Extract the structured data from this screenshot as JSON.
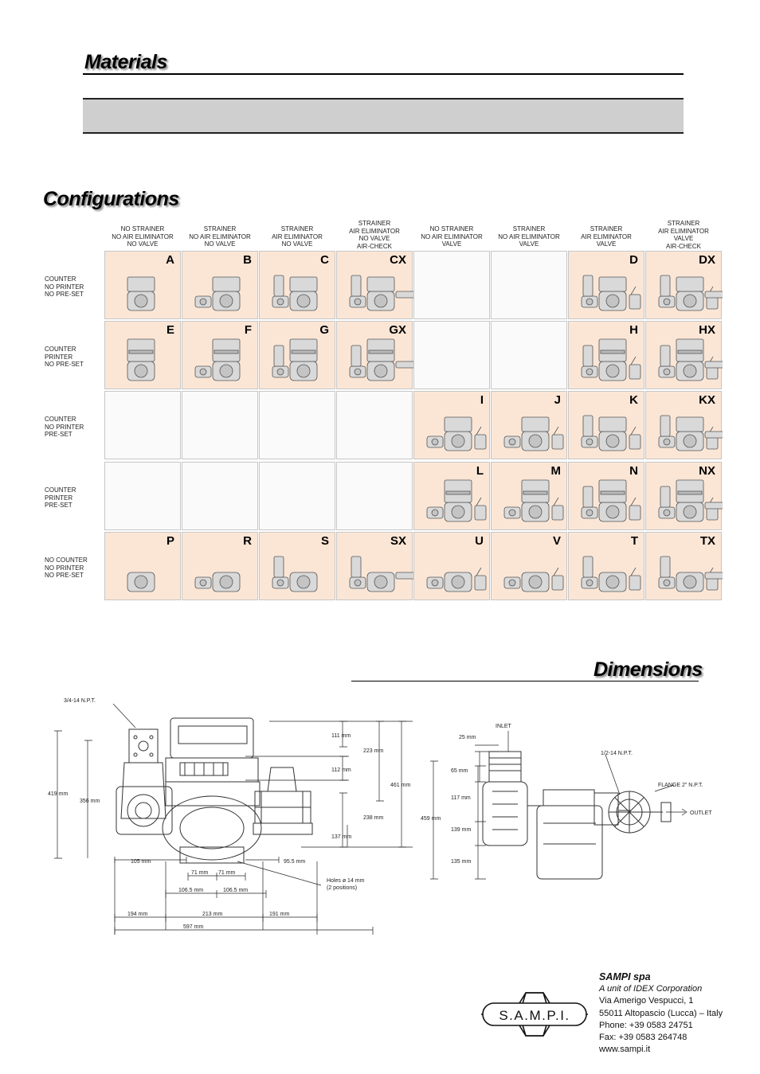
{
  "sections": {
    "materials": "Materials",
    "configurations": "Configurations",
    "dimensions": "Dimensions"
  },
  "columns": [
    [
      "NO STRAINER",
      "NO AIR ELIMINATOR",
      "NO VALVE"
    ],
    [
      "STRAINER",
      "NO AIR ELIMINATOR",
      "NO VALVE"
    ],
    [
      "STRAINER",
      "AIR ELIMINATOR",
      "NO VALVE"
    ],
    [
      "STRAINER",
      "AIR ELIMINATOR",
      "NO VALVE",
      "AIR-CHECK"
    ],
    [
      "NO STRAINER",
      "NO AIR ELIMINATOR",
      "VALVE"
    ],
    [
      "STRAINER",
      "NO AIR ELIMINATOR",
      "VALVE"
    ],
    [
      "STRAINER",
      "AIR ELIMINATOR",
      "VALVE"
    ],
    [
      "STRAINER",
      "AIR ELIMINATOR",
      "VALVE",
      "AIR-CHECK"
    ]
  ],
  "rows": [
    {
      "label": [
        "COUNTER",
        "NO PRINTER",
        "NO PRE-SET"
      ],
      "cells": [
        "A",
        "B",
        "C",
        "CX",
        "",
        "",
        "D",
        "DX"
      ]
    },
    {
      "label": [
        "COUNTER",
        "PRINTER",
        "NO PRE-SET"
      ],
      "cells": [
        "E",
        "F",
        "G",
        "GX",
        "",
        "",
        "H",
        "HX"
      ]
    },
    {
      "label": [
        "COUNTER",
        "NO PRINTER",
        "PRE-SET"
      ],
      "cells": [
        "",
        "",
        "",
        "",
        "I",
        "J",
        "K",
        "KX"
      ]
    },
    {
      "label": [
        "COUNTER",
        "PRINTER",
        "PRE-SET"
      ],
      "cells": [
        "",
        "",
        "",
        "",
        "L",
        "M",
        "N",
        "NX"
      ]
    },
    {
      "label": [
        "NO COUNTER",
        "NO PRINTER",
        "NO PRE-SET"
      ],
      "cells": [
        "P",
        "R",
        "S",
        "SX",
        "U",
        "V",
        "T",
        "TX"
      ]
    }
  ],
  "dimensions": {
    "front": {
      "npt_top": "3/4-14 N.P.T.",
      "h419": "419 mm",
      "h356": "356 mm",
      "h111": "111 mm",
      "h223": "223 mm",
      "h112": "112 mm",
      "h461": "461 mm",
      "h238": "238 mm",
      "h137": "137 mm",
      "w105": "105 mm",
      "w955": "95.5 mm",
      "w71a": "71 mm",
      "w71b": "71 mm",
      "w1065a": "106.5 mm",
      "w1065b": "106.5 mm",
      "holes1": "Holes ø 14 mm",
      "holes2": "(2 positions)",
      "w194": "194 mm",
      "w213": "213 mm",
      "w191": "191 mm",
      "w597": "597 mm"
    },
    "side": {
      "inlet": "INLET",
      "outlet": "OUTLET",
      "npt": "1/2-14 N.P.T.",
      "flange": "FLANGE 2\" N.P.T.",
      "h25": "25 mm",
      "h65": "65 mm",
      "h117": "117 mm",
      "h139": "139 mm",
      "h135": "135 mm",
      "h459": "459 mm"
    }
  },
  "logo": "S.A.M.P.I.",
  "address": {
    "company": "SAMPI spa",
    "unit": "A unit of IDEX Corporation",
    "street": "Via Amerigo Vespucci, 1",
    "city": "55011 Altopascio (Lucca) – Italy",
    "phone": "Phone: +39 0583 24751",
    "fax": "Fax: +39 0583 264748",
    "web": "www.sampi.it"
  }
}
